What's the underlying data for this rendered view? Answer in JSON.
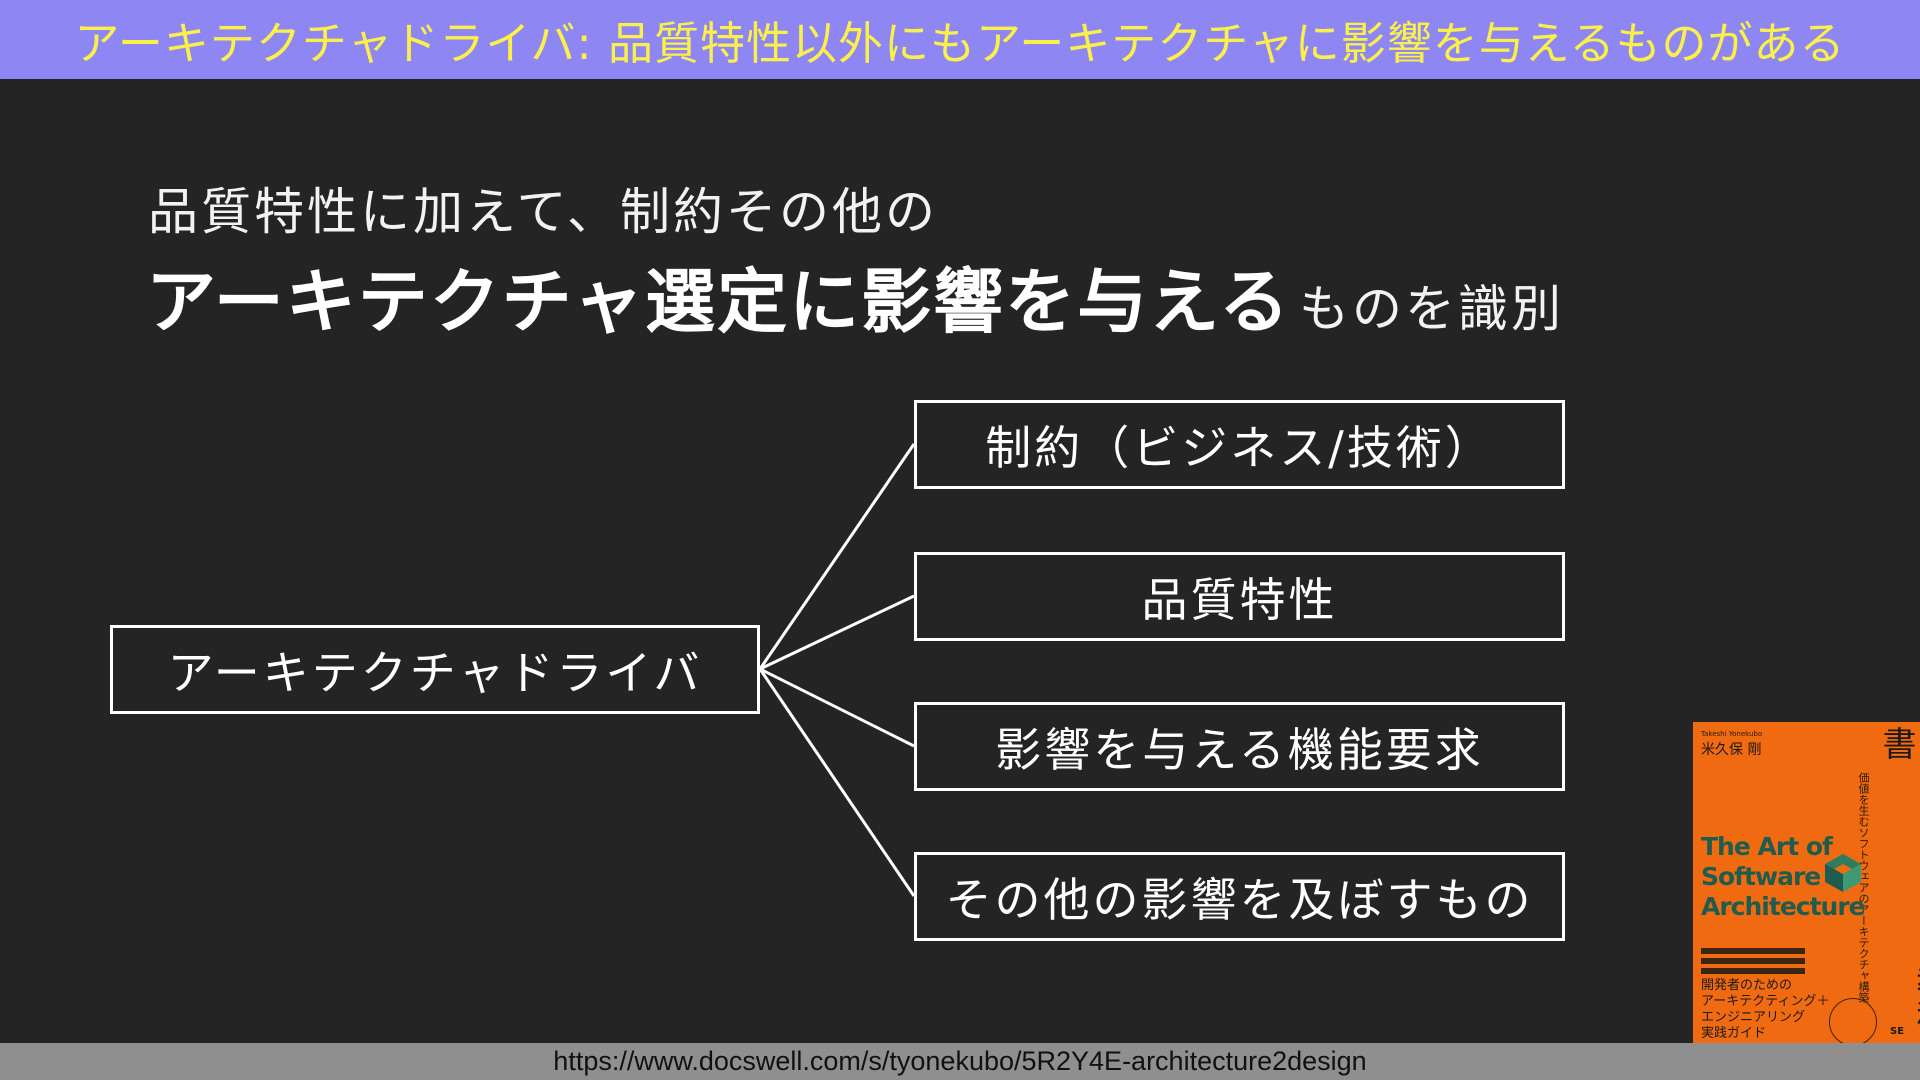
{
  "header": {
    "title": "アーキテクチャドライバ: 品質特性以外にもアーキテクチャに影響を与えるものがある"
  },
  "body": {
    "lead": "品質特性に加えて、制約その他の",
    "headline_strong": "アーキテクチャ選定に影響を与える",
    "headline_normal": "ものを識別"
  },
  "diagram": {
    "root": "アーキテクチャドライバ",
    "children": [
      "制約（ビジネス/技術）",
      "品質特性",
      "影響を与える機能要求",
      "その他の影響を及ぼすもの"
    ]
  },
  "book": {
    "author_en": "Takeshi Yonekubo",
    "author": "米久保 剛",
    "title": "アーキテクトの教科書",
    "subtitle": "価値を生むソフトウェアのアーキテクチャ構築",
    "en_title": [
      "The Art of",
      "Software",
      "Architecture"
    ],
    "bottom_lines": [
      "開発者のための",
      "アーキテクティング＋",
      "エンジニアリング",
      "実践ガイド"
    ],
    "publisher": "SE"
  },
  "footer": {
    "url": "https://www.docswell.com/s/tyonekubo/5R2Y4E-architecture2design"
  },
  "colors": {
    "header_bg": "#8d86f3",
    "header_text": "#fbf04a",
    "slide_bg": "#242424",
    "book_bg": "#f06a12"
  }
}
